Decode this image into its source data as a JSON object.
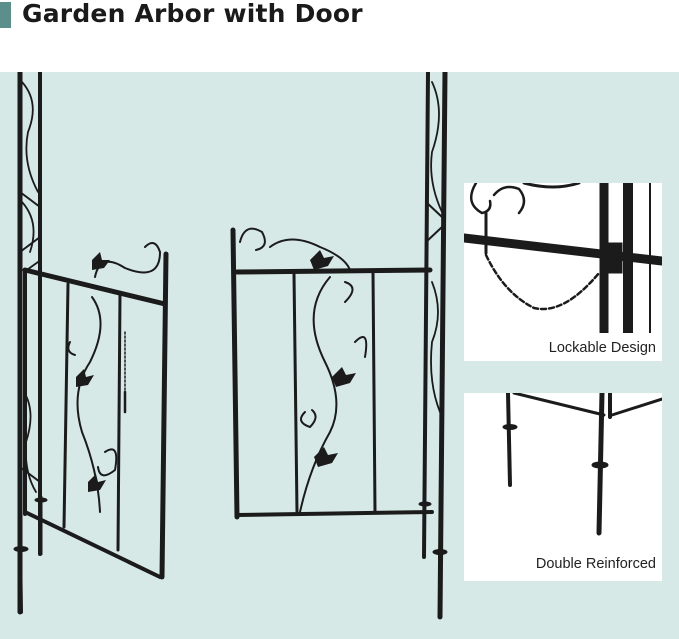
{
  "header": {
    "title": "Garden Arbor with Door",
    "accent_color": "#5c8f8c"
  },
  "scene": {
    "background_color": "#d7e9e7",
    "frame_color": "#1b1b1b"
  },
  "details": [
    {
      "caption": "Lockable Design",
      "icon": "chain-latch-icon"
    },
    {
      "caption": "Double Reinforced",
      "icon": "ground-stakes-icon"
    }
  ]
}
